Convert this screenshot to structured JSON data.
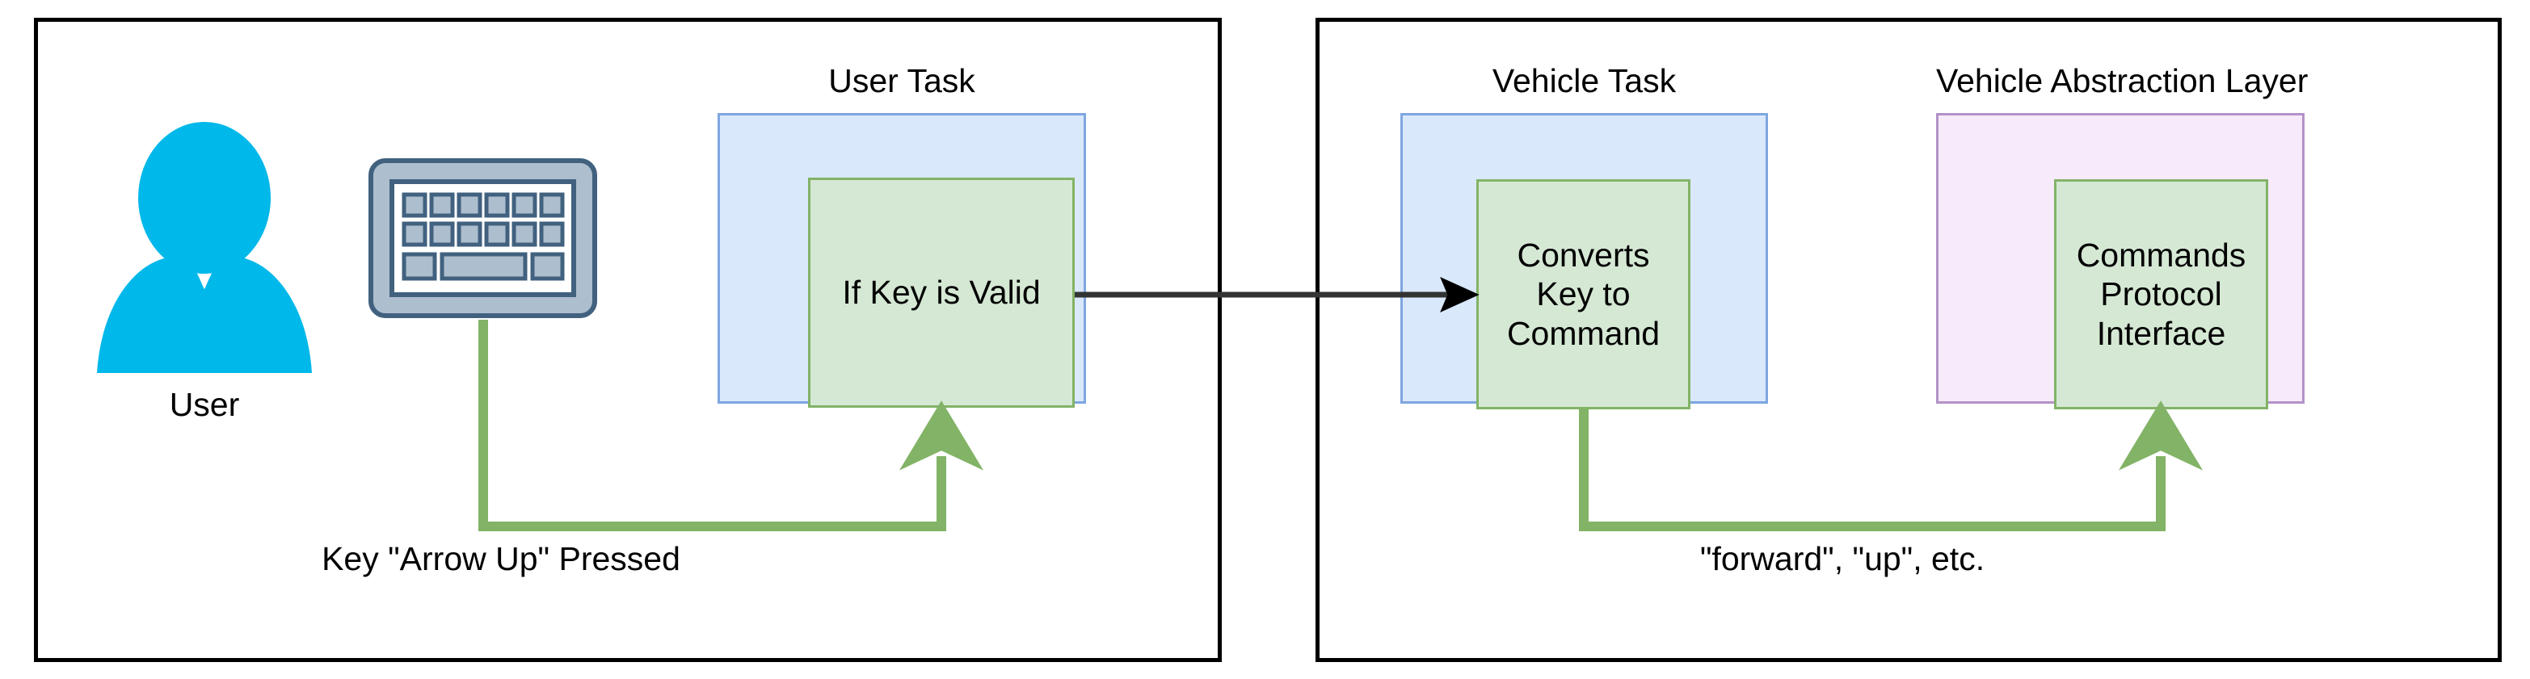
{
  "diagram": {
    "type": "flow-diagram",
    "title_visible": false,
    "colors": {
      "outer_border": "#000000",
      "panel_blue_fill": "#dae8fc",
      "panel_blue_border": "#7ea6e0",
      "panel_purple_fill": "#f7eafb",
      "panel_purple_border": "#b492c8",
      "process_fill": "#d5e8d4",
      "process_border": "#82b366",
      "green_connector": "#82b366",
      "black_connector": "#333333",
      "user_icon": "#00b8ea",
      "keyboard_body": "#adbece",
      "keyboard_outline": "#41617f"
    }
  },
  "left_container": {
    "actor": {
      "icon": "user-person-icon",
      "label": "User"
    },
    "input_device": {
      "icon": "keyboard-icon",
      "rows": [
        6,
        6,
        3
      ]
    },
    "panel": {
      "title": "User Task",
      "process": {
        "label": "If Key is Valid"
      }
    },
    "edge_label": "Key \"Arrow Up\" Pressed"
  },
  "right_container": {
    "panels": [
      {
        "title": "Vehicle Task",
        "process": {
          "lines": [
            "Converts",
            "Key to",
            "Command"
          ]
        }
      },
      {
        "title": "Vehicle Abstraction Layer",
        "process": {
          "lines": [
            "Commands",
            "Protocol",
            "Interface"
          ]
        }
      }
    ],
    "edge_label": "\"forward\", \"up\", etc."
  },
  "connectors": [
    {
      "name": "keyboard-to-if-key",
      "style": "green-elbow-arrow",
      "label": "Key \"Arrow Up\" Pressed"
    },
    {
      "name": "if-key-to-converts",
      "style": "black-straight-arrow",
      "label": ""
    },
    {
      "name": "converts-to-commands",
      "style": "green-elbow-arrow",
      "label": "\"forward\", \"up\", etc."
    }
  ]
}
